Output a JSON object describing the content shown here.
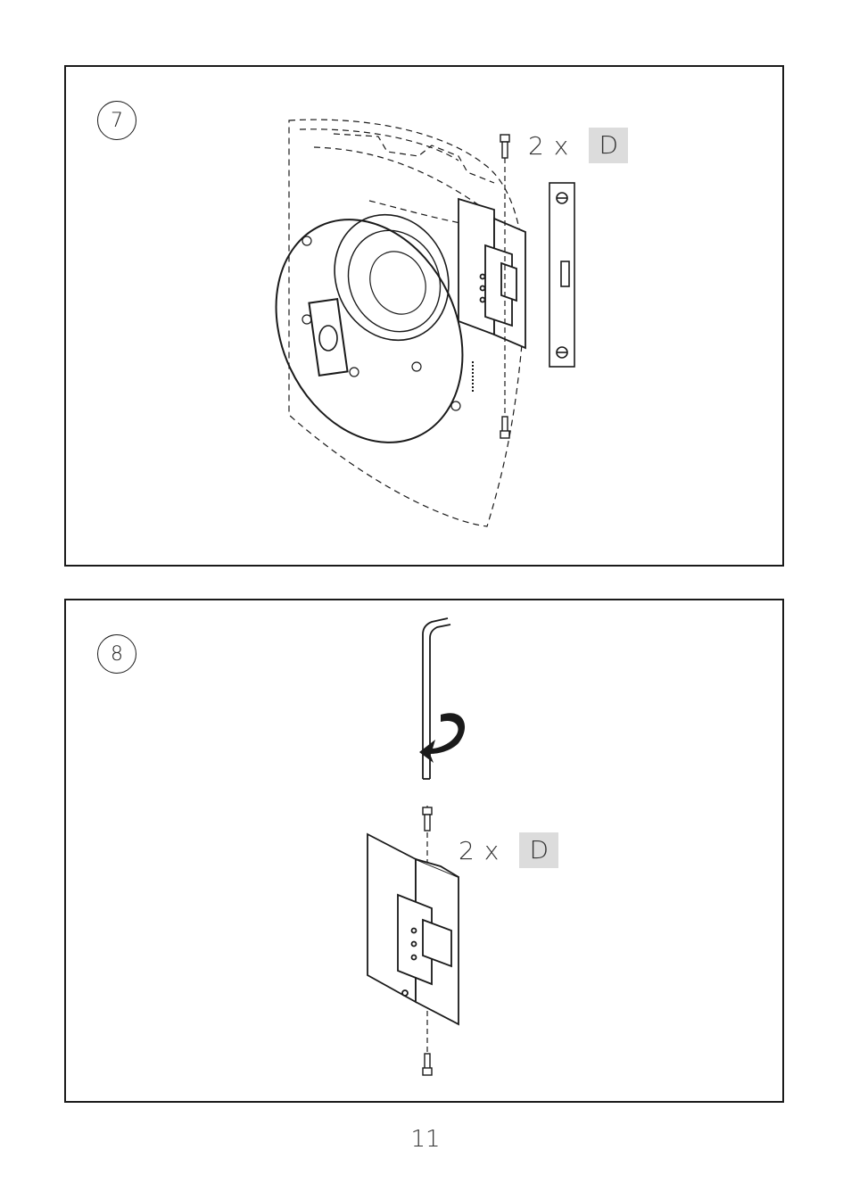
{
  "steps": [
    {
      "number": "7",
      "quantity": "2 x",
      "part": "D"
    },
    {
      "number": "8",
      "quantity": "2 x",
      "part": "D"
    }
  ],
  "page": {
    "number": "11"
  },
  "colors": {
    "line": "#1a1a1a",
    "part_badge": "#dcdcdc"
  }
}
